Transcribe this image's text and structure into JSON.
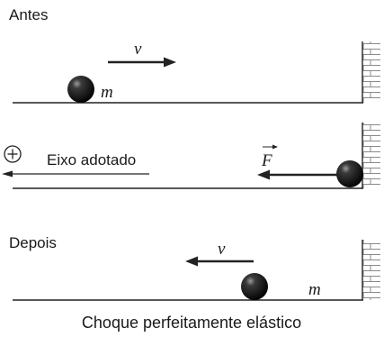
{
  "before": {
    "title": "Antes",
    "velocity_symbol": "v",
    "mass_symbol": "m"
  },
  "collision": {
    "force_symbol": "F",
    "axis_label": "Eixo adotado",
    "positive_symbol": "+"
  },
  "after": {
    "title": "Depois",
    "velocity_symbol": "v",
    "mass_symbol": "m"
  },
  "caption": "Choque perfeitamente elástico"
}
